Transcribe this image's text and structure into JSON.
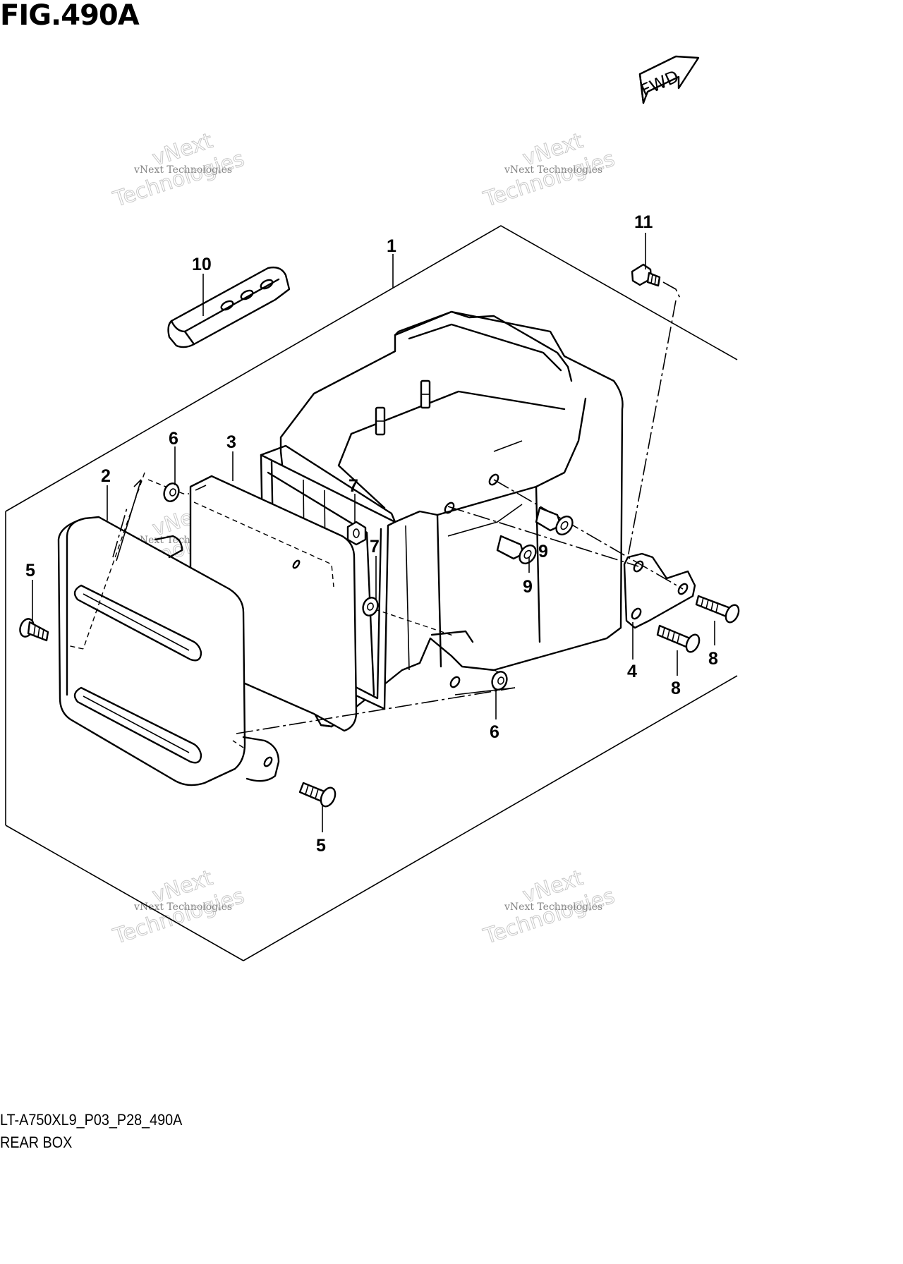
{
  "figure": {
    "title": "FIG.490A",
    "diagram_code": "LT-A750XL9_P03_P28_490A",
    "diagram_name": "REAR BOX",
    "direction_label": "FWD"
  },
  "watermark": {
    "line1": "vNext",
    "line2": "Technologies",
    "small": "vNext Technologies"
  },
  "callouts": [
    {
      "id": "1",
      "label": "1"
    },
    {
      "id": "2",
      "label": "2"
    },
    {
      "id": "3",
      "label": "3"
    },
    {
      "id": "4",
      "label": "4"
    },
    {
      "id": "5a",
      "label": "5"
    },
    {
      "id": "5b",
      "label": "5"
    },
    {
      "id": "6a",
      "label": "6"
    },
    {
      "id": "6b",
      "label": "6"
    },
    {
      "id": "7a",
      "label": "7"
    },
    {
      "id": "7b",
      "label": "7"
    },
    {
      "id": "8a",
      "label": "8"
    },
    {
      "id": "8b",
      "label": "8"
    },
    {
      "id": "9a",
      "label": "9"
    },
    {
      "id": "9b",
      "label": "9"
    },
    {
      "id": "10",
      "label": "10"
    },
    {
      "id": "11",
      "label": "11"
    }
  ],
  "icons": {
    "direction_arrow": "fwd-arrow-icon"
  }
}
